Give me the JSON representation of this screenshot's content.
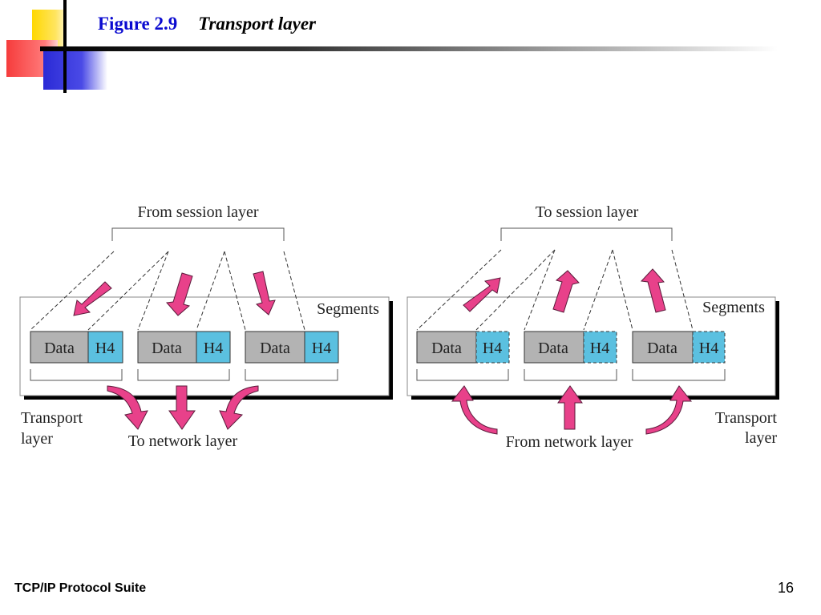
{
  "slide": {
    "figure_number": "Figure 2.9",
    "title": "Transport layer",
    "footer": "TCP/IP Protocol Suite",
    "page_number": "16"
  },
  "sender": {
    "top_label": "From session layer",
    "box_label": "Segments",
    "layer_label_line1": "Transport",
    "layer_label_line2": "layer",
    "bottom_label": "To network layer",
    "segments": [
      {
        "data": "Data",
        "header": "H4"
      },
      {
        "data": "Data",
        "header": "H4"
      },
      {
        "data": "Data",
        "header": "H4"
      }
    ]
  },
  "receiver": {
    "top_label": "To session layer",
    "box_label": "Segments",
    "layer_label_line1": "Transport",
    "layer_label_line2": "layer",
    "bottom_label": "From network layer",
    "segments": [
      {
        "data": "Data",
        "header": "H4"
      },
      {
        "data": "Data",
        "header": "H4"
      },
      {
        "data": "Data",
        "header": "H4"
      }
    ]
  },
  "colors": {
    "arrow": "#e8418a",
    "arrow_stroke": "#5a1a3a",
    "data_fill": "#b3b3b3",
    "header_fill": "#5bc0e0",
    "title_blue": "#0a0ad0"
  }
}
